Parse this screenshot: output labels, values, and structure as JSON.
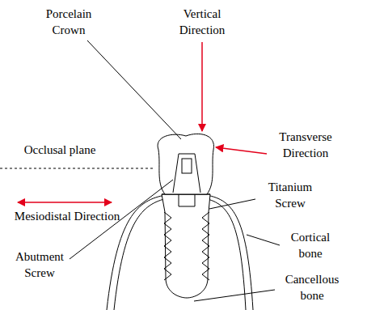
{
  "diagram": {
    "labels": [
      "Porcelain Crown",
      "Vertical Direction",
      "Occlusal plane",
      "Transverse Direction",
      "Mesiodistal Direction",
      "Titanium Screw",
      "Abutment Screw",
      "Cortical bone",
      "Cancellous bone"
    ]
  }
}
